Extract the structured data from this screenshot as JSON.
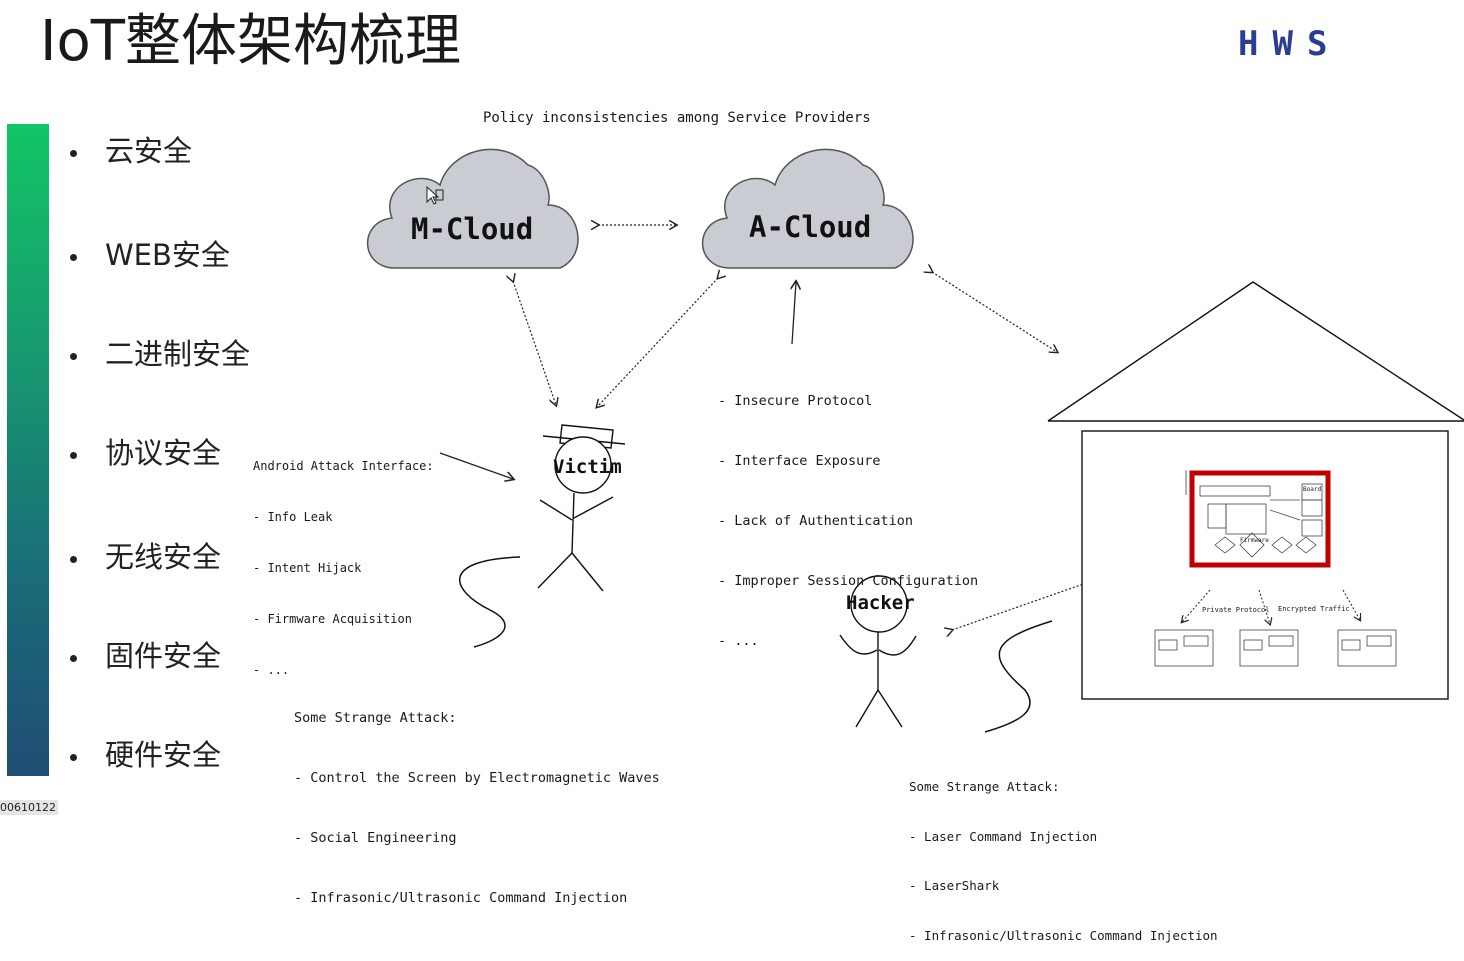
{
  "slide": {
    "title": "IoT整体架构梳理",
    "logo_text": "HWS",
    "footer_tag": "00610122"
  },
  "topics": [
    {
      "label": "云安全"
    },
    {
      "label": "WEB安全"
    },
    {
      "label": "二进制安全"
    },
    {
      "label": "协议安全"
    },
    {
      "label": "无线安全"
    },
    {
      "label": "固件安全"
    },
    {
      "label": "硬件安全"
    }
  ],
  "diagram": {
    "policy_caption": "Policy inconsistencies among Service Providers",
    "cloud_left": "M-Cloud",
    "cloud_right": "A-Cloud",
    "cloud_issues": [
      "- Insecure Protocol",
      "- Interface Exposure",
      "- Lack of Authentication",
      "- Improper Session Configuration",
      "- ..."
    ],
    "android_title": "Android Attack Interface:",
    "android_items": [
      "- Info Leak",
      "- Intent Hijack",
      "- Firmware Acquisition",
      "- ..."
    ],
    "victim_label": "Victim",
    "hacker_label": "Hacker",
    "victim_attacks_title": "Some Strange Attack:",
    "victim_attacks": [
      "- Control the Screen by Electromagnetic Waves",
      "- Social Engineering",
      "- Infrasonic/Ultrasonic Command Injection"
    ],
    "hacker_attacks_title": "Some Strange Attack:",
    "hacker_attacks": [
      "- Laser Command Injection",
      "- LaserShark",
      "- Infrasonic/Ultrasonic Command Injection"
    ],
    "device_labels": {
      "board": "Board",
      "firmware": "Firmware",
      "private_protocol": "Private Protocol",
      "encrypted_traffic": "Encrypted Traffic"
    },
    "colors": {
      "cloud_fill": "#c9ccd2",
      "highlight": "#c00000",
      "bar_top": "#12c565",
      "bar_bottom": "#1f4d73",
      "logo_blue": "#2c3e91",
      "logo_red": "#b5123a"
    }
  }
}
